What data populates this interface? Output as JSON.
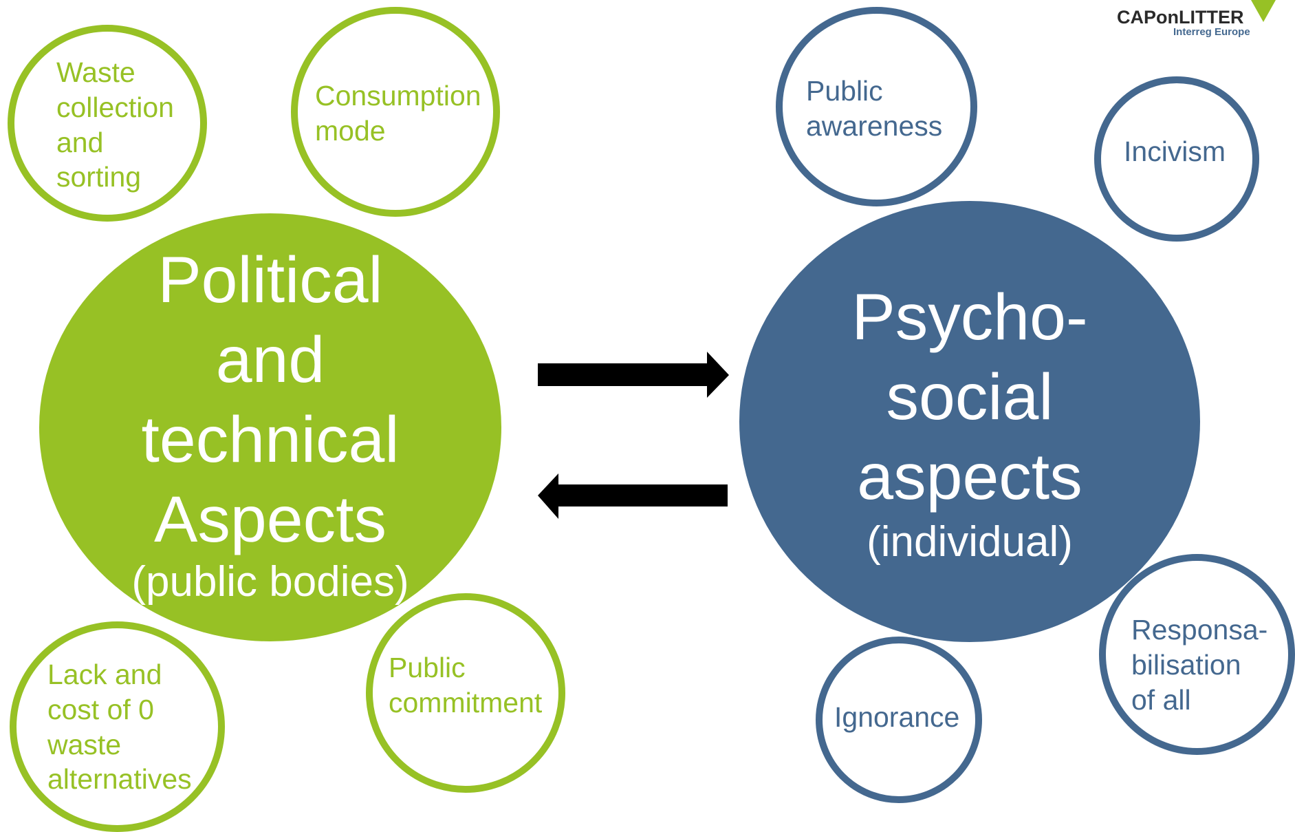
{
  "logo": {
    "name": "CAPonLITTER",
    "program": "Interreg Europe"
  },
  "left_hub": {
    "title": "Political\nand\ntechnical\nAspects",
    "subtitle": "(public bodies)"
  },
  "right_hub": {
    "title": "Psycho-\nsocial\naspects",
    "subtitle": "(individual)"
  },
  "left_items": [
    "Waste\ncollection\nand\nsorting",
    "Consumption\nmode",
    "Lack and\ncost of 0\nwaste\nalternatives",
    "Public\ncommitment"
  ],
  "right_items": [
    "Public\nawareness",
    "Incivism",
    "Responsa-\nbilisation\nof all",
    "Ignorance"
  ],
  "colors": {
    "green": "#97c125",
    "blue": "#44688f",
    "arrow": "#000000"
  },
  "icons": [
    "arrow-right-icon",
    "arrow-left-icon",
    "logo-mark-icon"
  ]
}
